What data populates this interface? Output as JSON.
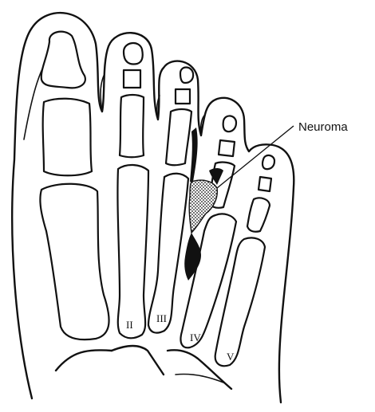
{
  "figure": {
    "label": "Neuroma",
    "metatarsal_numerals": [
      "II",
      "III",
      "IV",
      "V"
    ]
  },
  "colors": {
    "ink": "#111111",
    "background": "#ffffff"
  }
}
